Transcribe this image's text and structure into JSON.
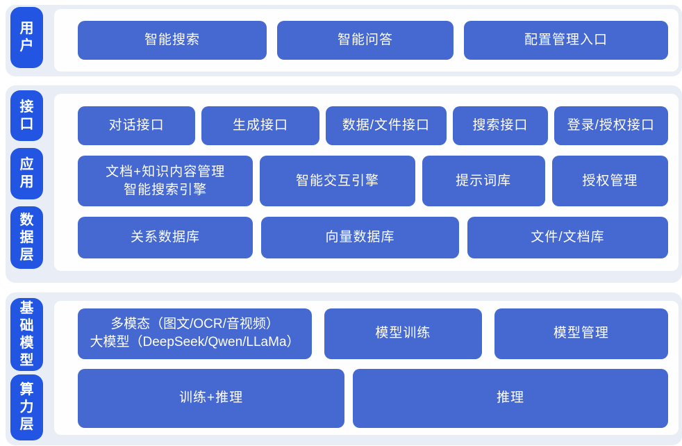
{
  "colors": {
    "section_background": "#e9eef6",
    "panel_background": "#fefefe",
    "tab_blue": "#2256e2",
    "block_blue": "#4568d1",
    "text_white": "#ffffff"
  },
  "sections": {
    "user": {
      "tab": "用户",
      "buttons": {
        "search": "智能搜索",
        "qa": "智能问答",
        "config": "配置管理入口"
      }
    },
    "middle": {
      "tabs": {
        "interface": "接口",
        "application": "应用",
        "data": "数据层"
      },
      "interface_row": [
        "对话接口",
        "生成接口",
        "数据/文件接口",
        "搜索接口",
        "登录/授权接口"
      ],
      "application_row": {
        "doc_line1": "文档+知识内容管理",
        "doc_line2": "智能搜索引擎",
        "interact": "智能交互引擎",
        "prompt": "提示词库",
        "auth": "授权管理"
      },
      "data_row": [
        "关系数据库",
        "向量数据库",
        "文件/文档库"
      ]
    },
    "bottom": {
      "tabs": {
        "model": "基础模型",
        "compute": "算力层"
      },
      "model_row": {
        "llm_line1": "多模态（图文/OCR/音视频）",
        "llm_line2": "大模型（DeepSeek/Qwen/LLaMa）",
        "train": "模型训练",
        "manage": "模型管理"
      },
      "compute_row": {
        "train_infer": "训练+推理",
        "infer": "推理"
      }
    }
  }
}
